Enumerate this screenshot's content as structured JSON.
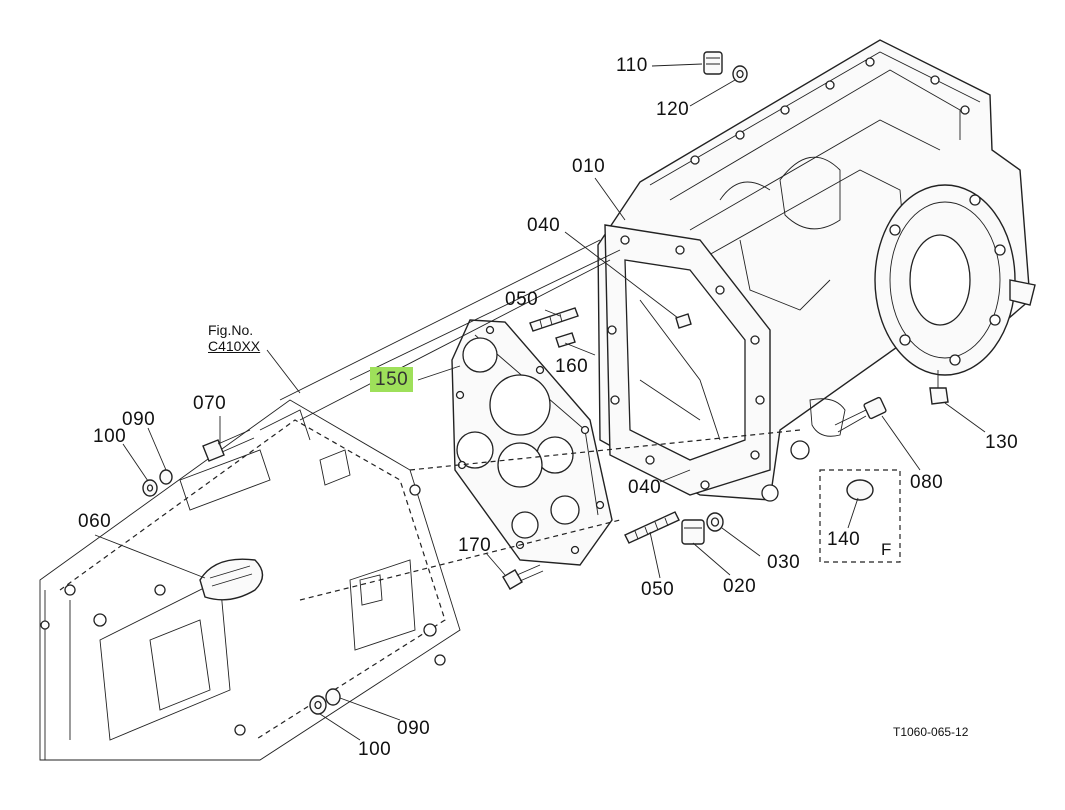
{
  "diagram": {
    "figure_reference": {
      "label": "Fig.No.",
      "ref": "C410XX"
    },
    "drawing_code": "T1060-065-12",
    "highlight_color": "#9ee05a",
    "callouts": {
      "p110": "110",
      "p120": "120",
      "p010": "010",
      "p040_top": "040",
      "p050_top": "050",
      "p160": "160",
      "p150": "150",
      "p070": "070",
      "p090_left": "090",
      "p100_left": "100",
      "p060": "060",
      "p040_bottom": "040",
      "p170": "170",
      "p050_bottom": "050",
      "p020": "020",
      "p030": "030",
      "p140": "140",
      "p080": "080",
      "p130": "130",
      "p090_bottom": "090",
      "p100_bottom": "100"
    },
    "box_label": "F",
    "highlighted_part": "150"
  }
}
